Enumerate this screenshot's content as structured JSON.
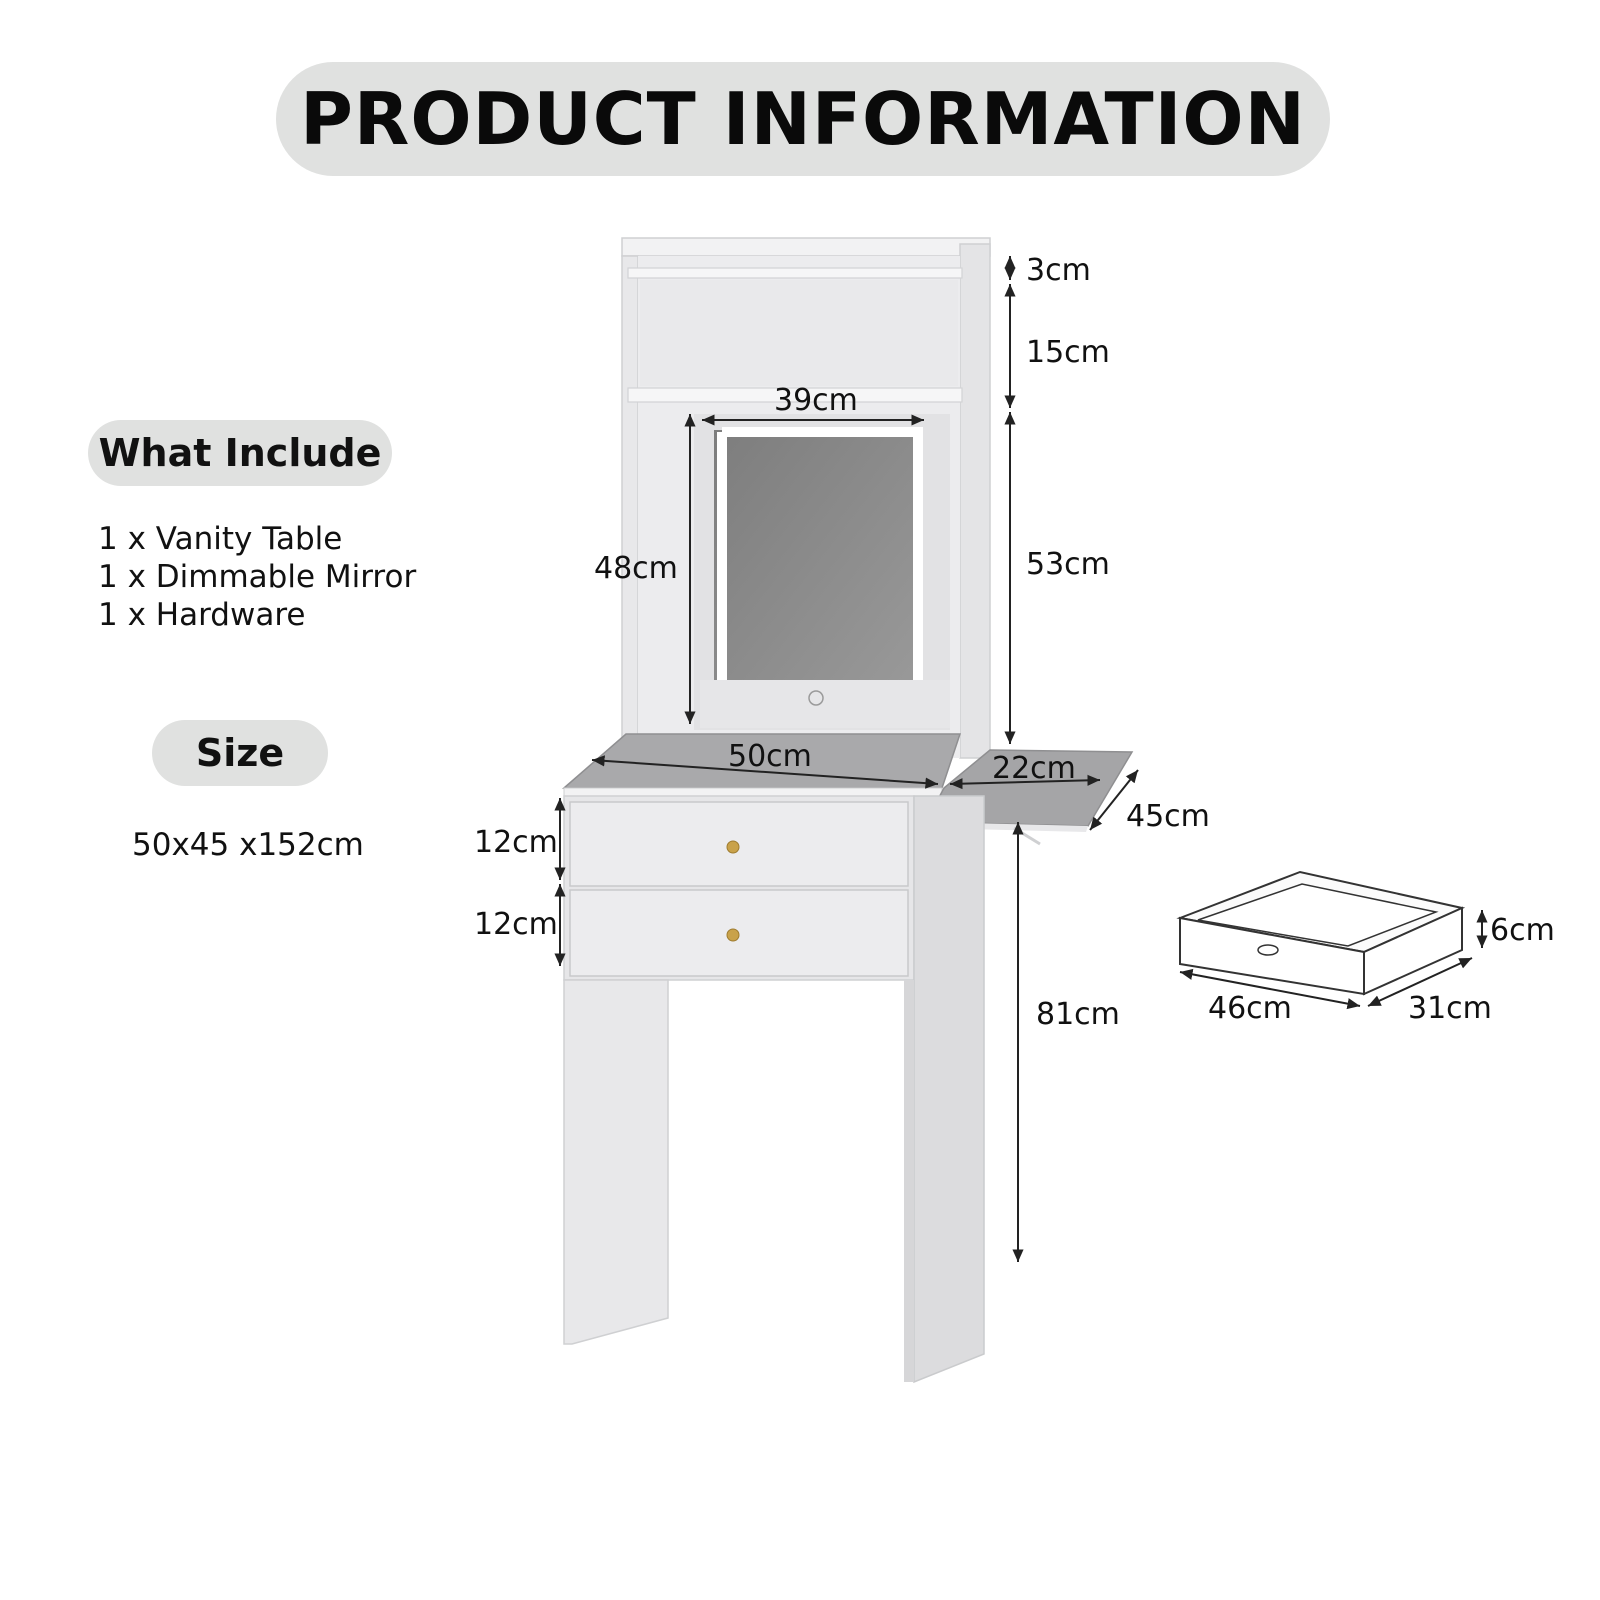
{
  "header": {
    "title": "PRODUCT INFORMATION"
  },
  "includes": {
    "heading": "What Include",
    "items": [
      "1 x Vanity Table",
      "1 x Dimmable Mirror",
      "1 x Hardware"
    ]
  },
  "size": {
    "heading": "Size",
    "value": "50x45 x152cm"
  },
  "dimensions": {
    "top_rim": "3cm",
    "shelf_height": "15cm",
    "mirror_section_height": "53cm",
    "mirror_width": "39cm",
    "mirror_height": "48cm",
    "table_width": "50cm",
    "side_table_width": "22cm",
    "table_depth": "45cm",
    "drawer_one_height": "12cm",
    "drawer_two_height": "12cm",
    "table_height": "81cm",
    "drawer_depth": "6cm",
    "drawer_width": "46cm",
    "drawer_length": "31cm"
  },
  "colors": {
    "pill": "#e0e1e0",
    "furniture": "#ededee",
    "mirror": "#8d8d8d",
    "knob": "#c9a24a"
  }
}
